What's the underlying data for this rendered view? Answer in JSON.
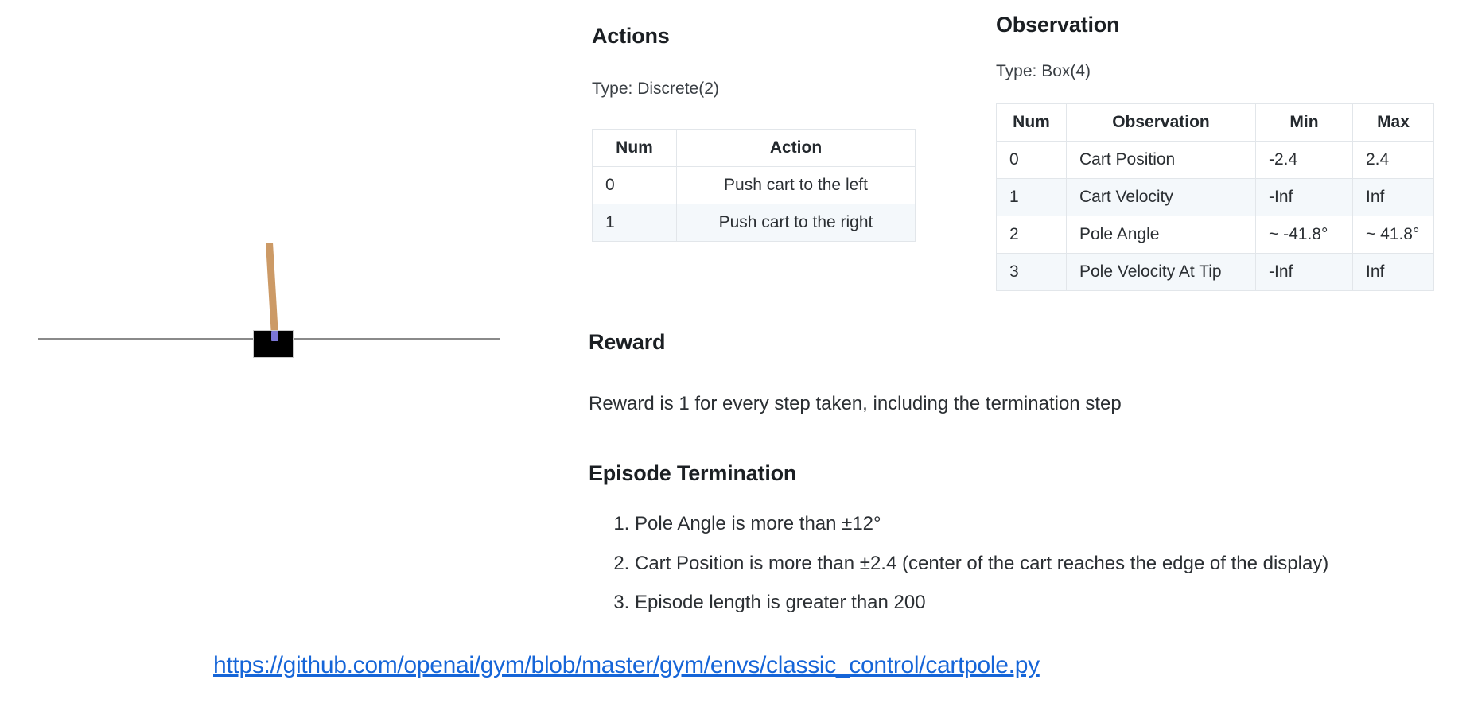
{
  "figure": {
    "name": "CartPole environment illustration",
    "cart_color": "#000000",
    "pole_color": "#cc9a66",
    "axle_color": "#7b76d6",
    "track_color": "#8a8a8a"
  },
  "actions": {
    "heading": "Actions",
    "type_label": "Type: Discrete(2)",
    "columns": [
      "Num",
      "Action"
    ],
    "rows": [
      {
        "num": "0",
        "action": "Push cart to the left"
      },
      {
        "num": "1",
        "action": "Push cart to the right"
      }
    ]
  },
  "observation": {
    "heading": "Observation",
    "type_label": "Type: Box(4)",
    "columns": [
      "Num",
      "Observation",
      "Min",
      "Max"
    ],
    "rows": [
      {
        "num": "0",
        "observation": "Cart Position",
        "min": "-2.4",
        "max": "2.4"
      },
      {
        "num": "1",
        "observation": "Cart Velocity",
        "min": "-Inf",
        "max": "Inf"
      },
      {
        "num": "2",
        "observation": "Pole Angle",
        "min": "~ -41.8°",
        "max": "~ 41.8°"
      },
      {
        "num": "3",
        "observation": "Pole Velocity At Tip",
        "min": "-Inf",
        "max": "Inf"
      }
    ]
  },
  "reward": {
    "heading": "Reward",
    "text": "Reward is 1 for every step taken, including the termination step"
  },
  "termination": {
    "heading": "Episode Termination",
    "items": [
      "Pole Angle is more than ±12°",
      "Cart Position is more than ±2.4 (center of the cart reaches the edge of the display)",
      "Episode length is greater than 200"
    ]
  },
  "footer": {
    "link_text": "https://github.com/openai/gym/blob/master/gym/envs/classic_control/cartpole.py",
    "link_color": "#1565d8"
  }
}
